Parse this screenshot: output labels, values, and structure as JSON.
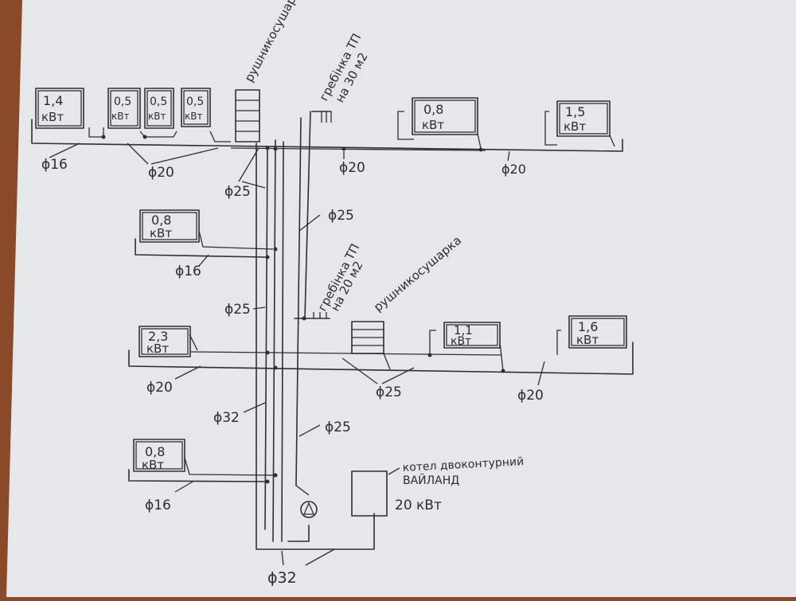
{
  "colors": {
    "paper": "#e6e7ea",
    "ink": "#2e2e38",
    "table": "#8a4a2a"
  },
  "radiators": {
    "r1": [
      "1,4",
      "кВт"
    ],
    "r2": [
      "0,5",
      "кВт"
    ],
    "r3": [
      "0,5",
      "кВт"
    ],
    "r4": [
      "0,5",
      "кВт"
    ],
    "r5": [
      "0,8",
      "кВт"
    ],
    "r6": [
      "1,5",
      "кВт"
    ],
    "r7": [
      "0,8",
      "кВт"
    ],
    "r8": [
      "2,3",
      "кВт"
    ],
    "r9": [
      "1,1",
      "кВт"
    ],
    "r10": [
      "1,6",
      "кВт"
    ],
    "r11": [
      "0,8",
      "кВт"
    ]
  },
  "labels": {
    "towel_top": "рушникосушарка",
    "towel_mid": "рушникосушарка",
    "comb_top": [
      "гребінка ТП",
      "на 30 м2"
    ],
    "comb_mid": [
      "гребінка ТП",
      "на 20 м2"
    ],
    "boiler": [
      "котел двоконтурний",
      "ВАЙЛАНД",
      "20 кВт"
    ]
  },
  "pipes": {
    "p1": "ϕ16",
    "p2": "ϕ20",
    "p3": "ϕ25",
    "p4": "ϕ20",
    "p5": "ϕ20",
    "p6": "ϕ25",
    "p7": "ϕ16",
    "p8": "ϕ25",
    "p9": "ϕ20",
    "p10": "ϕ25",
    "p11": "ϕ20",
    "p12": "ϕ32",
    "p13": "ϕ25",
    "p14": "ϕ16",
    "p15": "ϕ32"
  }
}
